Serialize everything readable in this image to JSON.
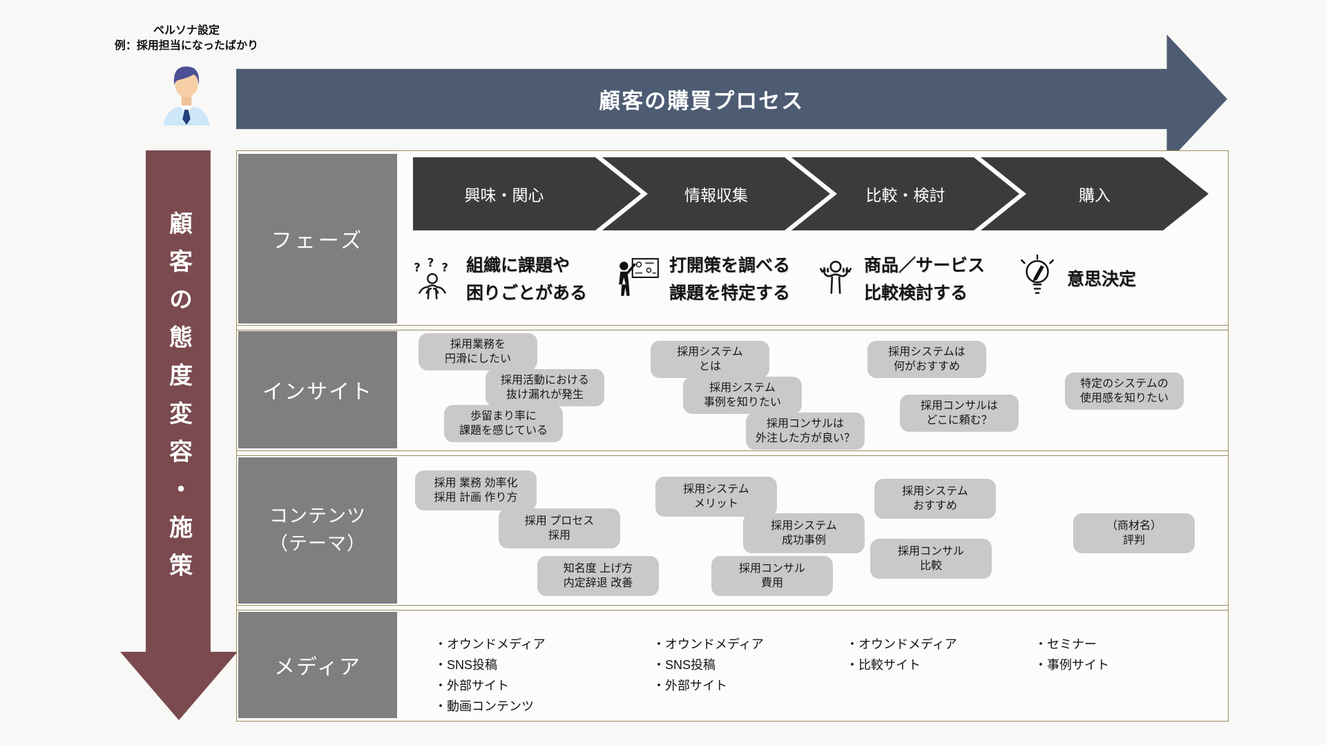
{
  "persona": {
    "title": "ペルソナ設定",
    "subtitle": "例：採用担当になったばかり",
    "avatar_icon": "persona-avatar-icon"
  },
  "banner": {
    "label": "顧客の購買プロセス"
  },
  "left_axis": {
    "label": "顧客の態度変容・施策"
  },
  "colors": {
    "banner": "#4D5C73",
    "left_arrow": "#7A4A4F",
    "chevron": "#3B3B3B",
    "row_header_bg": "#7F7F7F",
    "bubble_bg": "#C9C9C9",
    "table_border": "#9C8B57",
    "page_bg": "#F8F8F6"
  },
  "rows": {
    "phase": {
      "header": "フェーズ",
      "steps": [
        {
          "label": "興味・関心",
          "icon": "confused-person-icon",
          "desc": [
            "組織に課題や",
            "困りごとがある"
          ]
        },
        {
          "label": "情報収集",
          "icon": "presenter-icon",
          "desc": [
            "打開策を調べる",
            "課題を特定する"
          ]
        },
        {
          "label": "比較・検討",
          "icon": "comparing-person-icon",
          "desc": [
            "商品／サービス",
            "比較検討する"
          ]
        },
        {
          "label": "購入",
          "icon": "idea-bulb-pencil-icon",
          "desc": [
            "意思決定"
          ]
        }
      ]
    },
    "insight": {
      "header": "インサイト",
      "bubbles": [
        {
          "lines": [
            "採用業務を",
            "円滑にしたい"
          ]
        },
        {
          "lines": [
            "採用活動における",
            "抜け漏れが発生"
          ]
        },
        {
          "lines": [
            "歩留まり率に",
            "課題を感じている"
          ]
        },
        {
          "lines": [
            "採用システム",
            "とは"
          ]
        },
        {
          "lines": [
            "採用システム",
            "事例を知りたい"
          ]
        },
        {
          "lines": [
            "採用コンサルは",
            "外注した方が良い？"
          ]
        },
        {
          "lines": [
            "採用システムは",
            "何がおすすめ"
          ]
        },
        {
          "lines": [
            "採用コンサルは",
            "どこに頼む？"
          ]
        },
        {
          "lines": [
            "特定のシステムの",
            "使用感を知りたい"
          ]
        }
      ]
    },
    "content": {
      "header_lines": [
        "コンテンツ",
        "（テーマ）"
      ],
      "bubbles": [
        {
          "lines": [
            "採用 業務 効率化",
            "採用 計画 作り方"
          ]
        },
        {
          "lines": [
            "採用 プロセス",
            "採用"
          ]
        },
        {
          "lines": [
            "知名度 上げ方",
            "内定辞退 改善"
          ]
        },
        {
          "lines": [
            "採用システム",
            "メリット"
          ]
        },
        {
          "lines": [
            "採用システム",
            "成功事例"
          ]
        },
        {
          "lines": [
            "採用コンサル",
            "費用"
          ]
        },
        {
          "lines": [
            "採用システム",
            "おすすめ"
          ]
        },
        {
          "lines": [
            "採用コンサル",
            "比較"
          ]
        },
        {
          "lines": [
            "（商材名）",
            "評判"
          ]
        }
      ]
    },
    "media": {
      "header": "メディア",
      "columns": [
        {
          "items": [
            "・オウンドメディア",
            "・SNS投稿",
            "・外部サイト",
            "・動画コンテンツ"
          ]
        },
        {
          "items": [
            "・オウンドメディア",
            "・SNS投稿",
            "・外部サイト"
          ]
        },
        {
          "items": [
            "・オウンドメディア",
            "・比較サイト"
          ]
        },
        {
          "items": [
            "・セミナー",
            "・事例サイト"
          ]
        }
      ]
    }
  }
}
